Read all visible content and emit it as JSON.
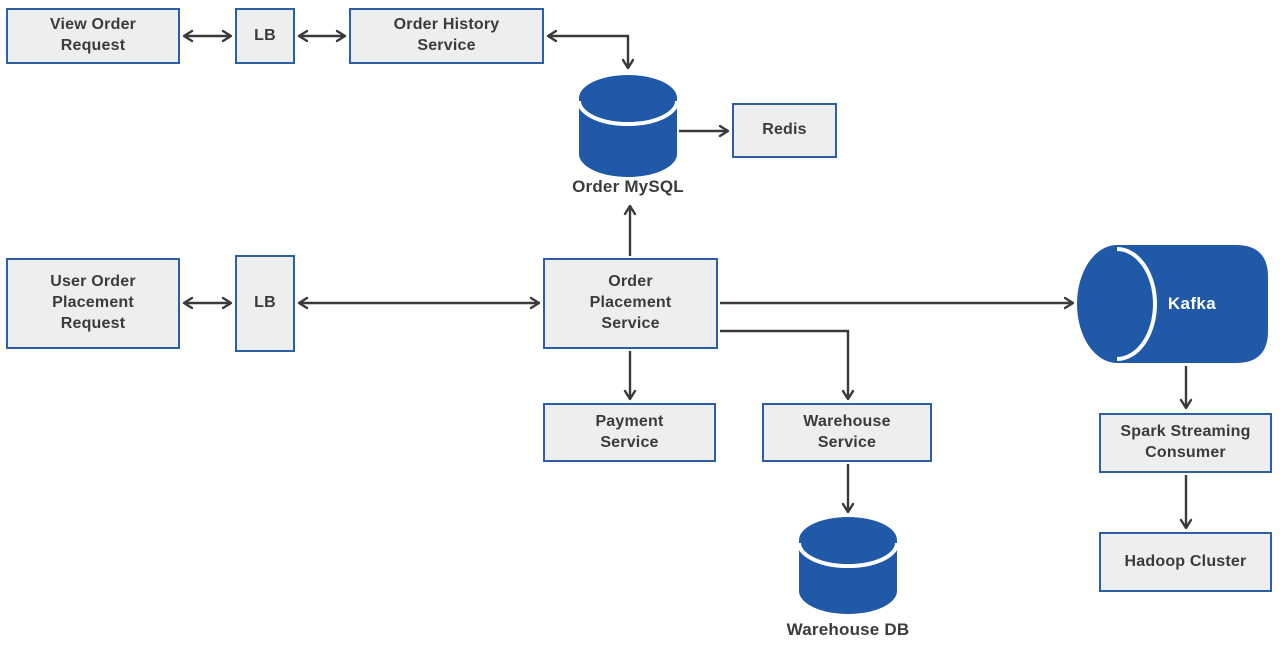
{
  "diagram": {
    "kind": "system-architecture-flow",
    "colors": {
      "node_fill": "#eeeeee",
      "node_border": "#2d5fa6",
      "cylinder_fill": "#2059a8",
      "text": "#3b3b3b",
      "arrow": "#3a3a3a",
      "background": "#ffffff"
    },
    "nodes": {
      "view_order_request": {
        "label": "View Order\nRequest",
        "shape": "box"
      },
      "lb_top": {
        "label": "LB",
        "shape": "box"
      },
      "order_history_service": {
        "label": "Order History\nService",
        "shape": "box"
      },
      "order_mysql": {
        "label": "Order MySQL",
        "shape": "database-cylinder"
      },
      "redis": {
        "label": "Redis",
        "shape": "box"
      },
      "user_order_placement_request": {
        "label": "User Order\nPlacement\nRequest",
        "shape": "box"
      },
      "lb_middle": {
        "label": "LB",
        "shape": "box"
      },
      "order_placement_service": {
        "label": "Order\nPlacement\nService",
        "shape": "box"
      },
      "kafka": {
        "label": "Kafka",
        "shape": "horizontal-cylinder"
      },
      "payment_service": {
        "label": "Payment\nService",
        "shape": "box"
      },
      "warehouse_service": {
        "label": "Warehouse\nService",
        "shape": "box"
      },
      "warehouse_db": {
        "label": "Warehouse DB",
        "shape": "database-cylinder"
      },
      "spark_streaming_consumer": {
        "label": "Spark Streaming\nConsumer",
        "shape": "box"
      },
      "hadoop_cluster": {
        "label": "Hadoop Cluster",
        "shape": "box"
      }
    },
    "edges": [
      {
        "from": "view_order_request",
        "to": "lb_top",
        "arrows": "both"
      },
      {
        "from": "lb_top",
        "to": "order_history_service",
        "arrows": "both"
      },
      {
        "from": "order_history_service",
        "to": "order_mysql",
        "arrows": "both"
      },
      {
        "from": "order_mysql",
        "to": "redis",
        "arrows": "end"
      },
      {
        "from": "order_placement_service",
        "to": "order_mysql",
        "arrows": "end"
      },
      {
        "from": "user_order_placement_request",
        "to": "lb_middle",
        "arrows": "both"
      },
      {
        "from": "lb_middle",
        "to": "order_placement_service",
        "arrows": "both"
      },
      {
        "from": "order_placement_service",
        "to": "kafka",
        "arrows": "end"
      },
      {
        "from": "order_placement_service",
        "to": "payment_service",
        "arrows": "end"
      },
      {
        "from": "order_placement_service",
        "to": "warehouse_service",
        "arrows": "end"
      },
      {
        "from": "warehouse_service",
        "to": "warehouse_db",
        "arrows": "end"
      },
      {
        "from": "kafka",
        "to": "spark_streaming_consumer",
        "arrows": "end"
      },
      {
        "from": "spark_streaming_consumer",
        "to": "hadoop_cluster",
        "arrows": "end"
      }
    ]
  }
}
